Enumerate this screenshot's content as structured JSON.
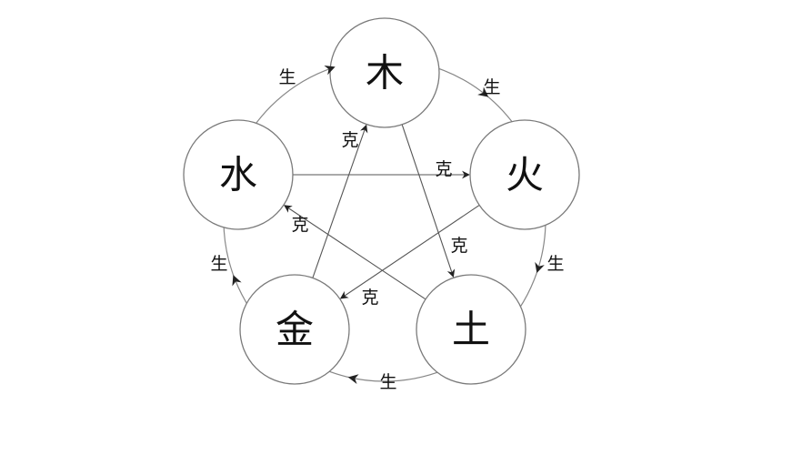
{
  "elements": {
    "wood": "木",
    "fire": "火",
    "earth": "土",
    "metal": "金",
    "water": "水"
  },
  "generating_label": "生",
  "overcoming_label": "克",
  "generating_cycle": [
    {
      "from": "wood",
      "to": "fire"
    },
    {
      "from": "fire",
      "to": "earth"
    },
    {
      "from": "earth",
      "to": "metal"
    },
    {
      "from": "metal",
      "to": "water"
    },
    {
      "from": "water",
      "to": "wood"
    }
  ],
  "overcoming_cycle": [
    {
      "from": "wood",
      "to": "earth"
    },
    {
      "from": "earth",
      "to": "water"
    },
    {
      "from": "water",
      "to": "fire"
    },
    {
      "from": "fire",
      "to": "metal"
    },
    {
      "from": "metal",
      "to": "wood"
    }
  ]
}
